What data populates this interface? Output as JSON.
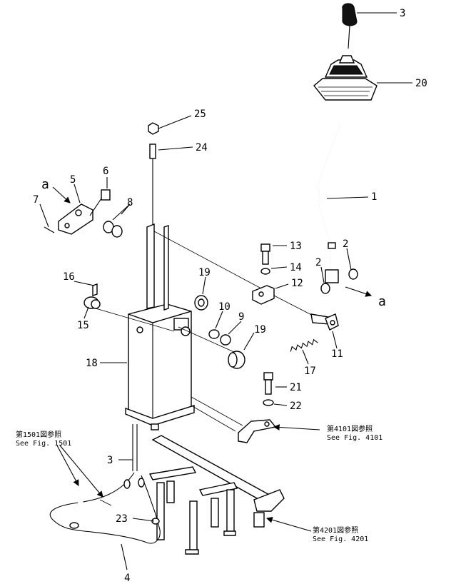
{
  "callouts": {
    "c1": "1",
    "c2a": "2",
    "c2b": "2",
    "c3top": "3",
    "c3low": "3",
    "c4": "4",
    "c5": "5",
    "c6": "6",
    "c7": "7",
    "c8": "8",
    "c9": "9",
    "c10": "10",
    "c11": "11",
    "c12": "12",
    "c13": "13",
    "c14": "14",
    "c15": "15",
    "c16": "16",
    "c17": "17",
    "c18": "18",
    "c19a": "19",
    "c19b": "19",
    "c20": "20",
    "c21": "21",
    "c22": "22",
    "c23": "23",
    "c24": "24",
    "c25": "25",
    "view_a_left": "a",
    "view_a_right": "a"
  },
  "refs": {
    "fig1501_jp": "第1501図参照",
    "fig1501_en": "See Fig. 1501",
    "fig4101_jp": "第4101図参照",
    "fig4101_en": "See Fig. 4101",
    "fig4201_jp": "第4201図参照",
    "fig4201_en": "See Fig. 4201"
  }
}
